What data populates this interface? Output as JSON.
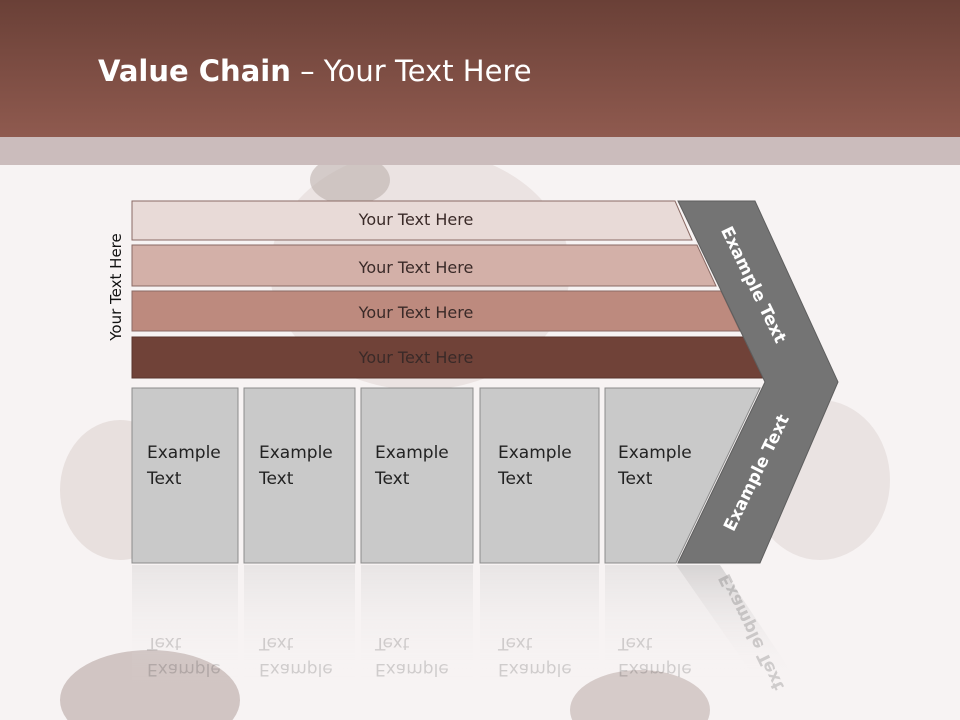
{
  "title": {
    "bold": "Value Chain",
    "rest": " – Your Text Here"
  },
  "side_label": "Your Text Here",
  "bars": [
    {
      "label": "Your Text Here",
      "color": "#e8dad7"
    },
    {
      "label": "Your Text Here",
      "color": "#d3b0a8"
    },
    {
      "label": "Your Text Here",
      "color": "#bd8a7e"
    },
    {
      "label": "Your Text Here",
      "color": "#704238"
    }
  ],
  "cells": [
    {
      "line1": "Example",
      "line2": "Text"
    },
    {
      "line1": "Example",
      "line2": "Text"
    },
    {
      "line1": "Example",
      "line2": "Text"
    },
    {
      "line1": "Example",
      "line2": "Text"
    },
    {
      "line1": "Example",
      "line2": "Text"
    }
  ],
  "chevron": {
    "upper": "Example Text",
    "lower": "Example Text",
    "color": "#747474"
  },
  "colors": {
    "header_dark": "#6a4037",
    "header_light": "#8f5a4f",
    "band": "#cbbcbc",
    "cell": "#c9c9c9"
  }
}
